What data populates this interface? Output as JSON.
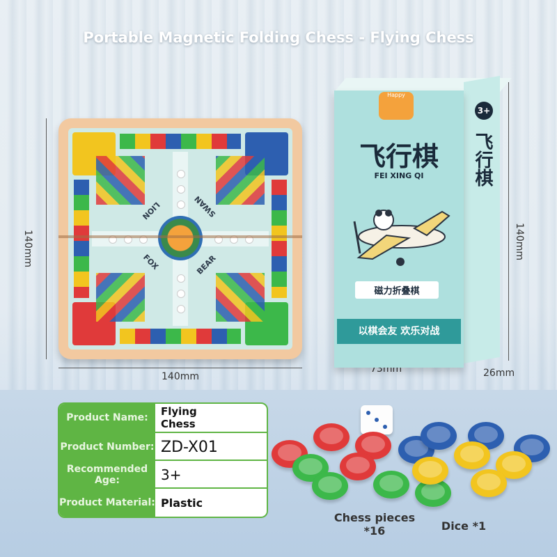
{
  "title": "Portable Magnetic Folding Chess - Flying Chess",
  "dimensions": {
    "board_height": "140mm",
    "board_width": "140mm",
    "box_height": "140mm",
    "box_width": "73mm",
    "box_depth": "26mm"
  },
  "board": {
    "words": [
      "LION",
      "SWAN",
      "FOX",
      "BEAR"
    ],
    "colors": {
      "red": "#e03a3a",
      "green": "#3cb84a",
      "blue": "#2d5fb0",
      "yellow": "#f2c51f"
    }
  },
  "box": {
    "logo": "Happy",
    "title": "飞行棋",
    "pinyin": "FEI XING QI",
    "subtitle": "磁力折叠棋",
    "slogan": "以棋会友 欢乐对战",
    "side_title": "飞行棋",
    "age_badge": "3+"
  },
  "info": [
    {
      "label": "Product Name:",
      "value": "Flying Chess"
    },
    {
      "label": "Product Number:",
      "value": "ZD-X01"
    },
    {
      "label": "Recommended Age:",
      "value": "3+"
    },
    {
      "label": "Product Material:",
      "value": "Plastic"
    }
  ],
  "captions": {
    "pieces": "Chess pieces *16",
    "dice": "Dice *1"
  }
}
